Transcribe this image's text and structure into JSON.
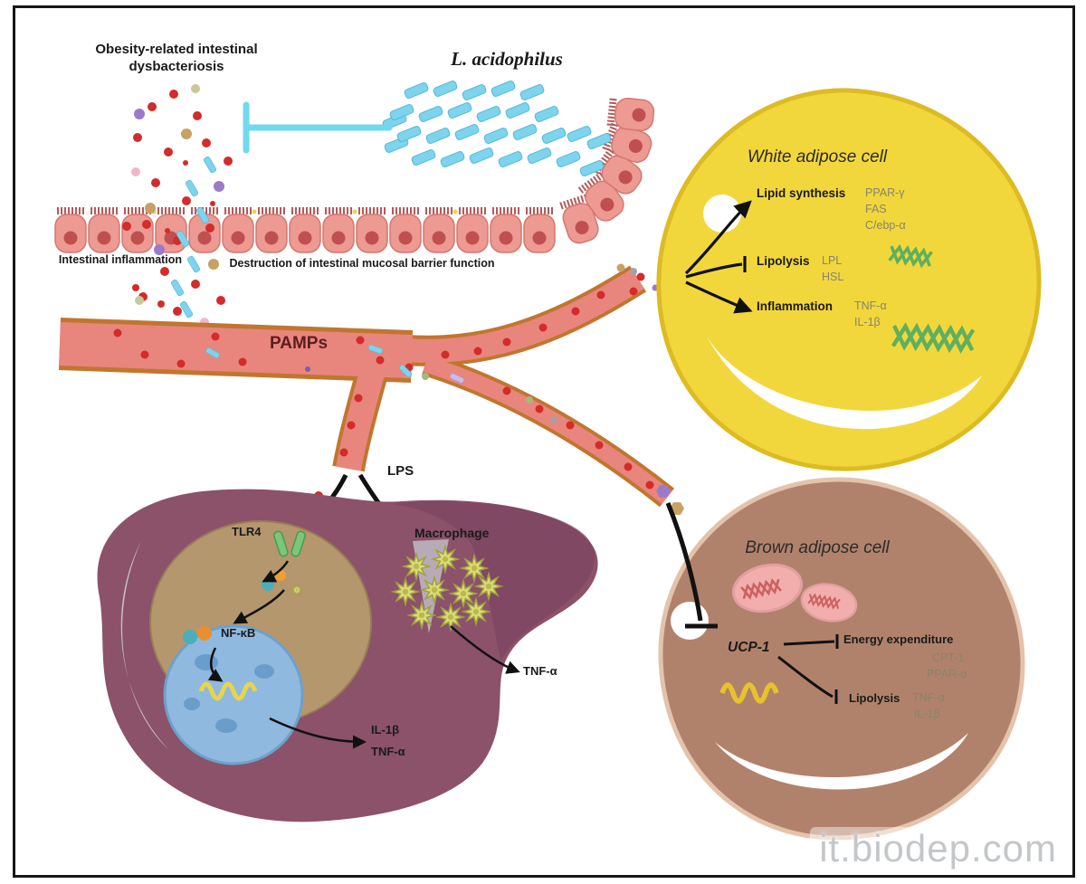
{
  "top": {
    "dysbacteriosis": "Obesity-related intestinal dysbacteriosis",
    "probiotic": "L. acidophilus"
  },
  "intestine": {
    "inflammation": "Intestinal inflammation",
    "destruction": "Destruction of intestinal mucosal barrier function"
  },
  "vessel": {
    "pamps": "PAMPs",
    "lps": "LPS"
  },
  "liver": {
    "tlr4": "TLR4",
    "nfkb": "NF-κB",
    "macrophage": "Macrophage",
    "tnfa": "TNF-α",
    "outputs": [
      "IL-1β",
      "TNF-α"
    ]
  },
  "white_adipose": {
    "title": "White adipose cell",
    "lipid_synthesis": "Lipid synthesis",
    "lipid_genes": [
      "PPAR-γ",
      "FAS",
      "C/ebp-α"
    ],
    "lipolysis": "Lipolysis",
    "lipolysis_genes": [
      "LPL",
      "HSL"
    ],
    "inflammation": "Inflammation",
    "inflammation_genes": [
      "TNF-α",
      "IL-1β"
    ]
  },
  "brown_adipose": {
    "title": "Brown adipose cell",
    "ucp1": "UCP-1",
    "energy": "Energy expenditure",
    "energy_genes": [
      "CPT-1",
      "PPAR-α"
    ],
    "lipolysis": "Lipolysis",
    "lipolysis_genes": [
      "TNF-α",
      "IL-1β"
    ]
  },
  "watermark": "it.biodep.com"
}
